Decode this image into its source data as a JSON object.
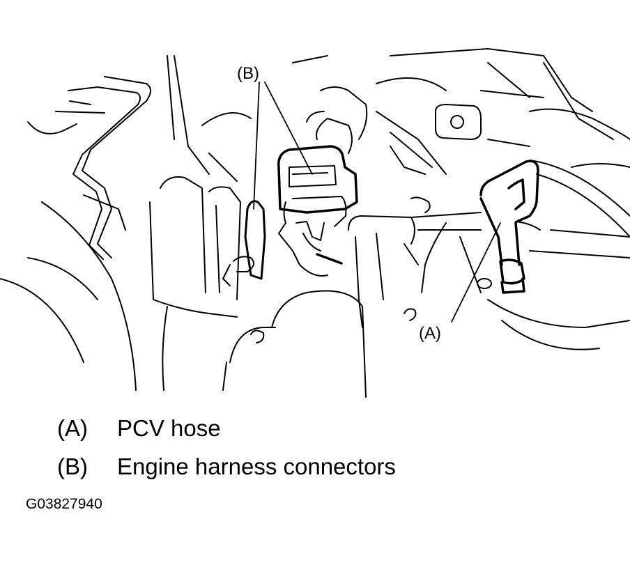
{
  "callouts": {
    "a": "(A)",
    "b": "(B)"
  },
  "legend": [
    {
      "key": "(A)",
      "description": "PCV hose"
    },
    {
      "key": "(B)",
      "description": "Engine harness connectors"
    }
  ],
  "figure_id": "G03827940",
  "colors": {
    "line": "#000000",
    "background": "#ffffff"
  }
}
